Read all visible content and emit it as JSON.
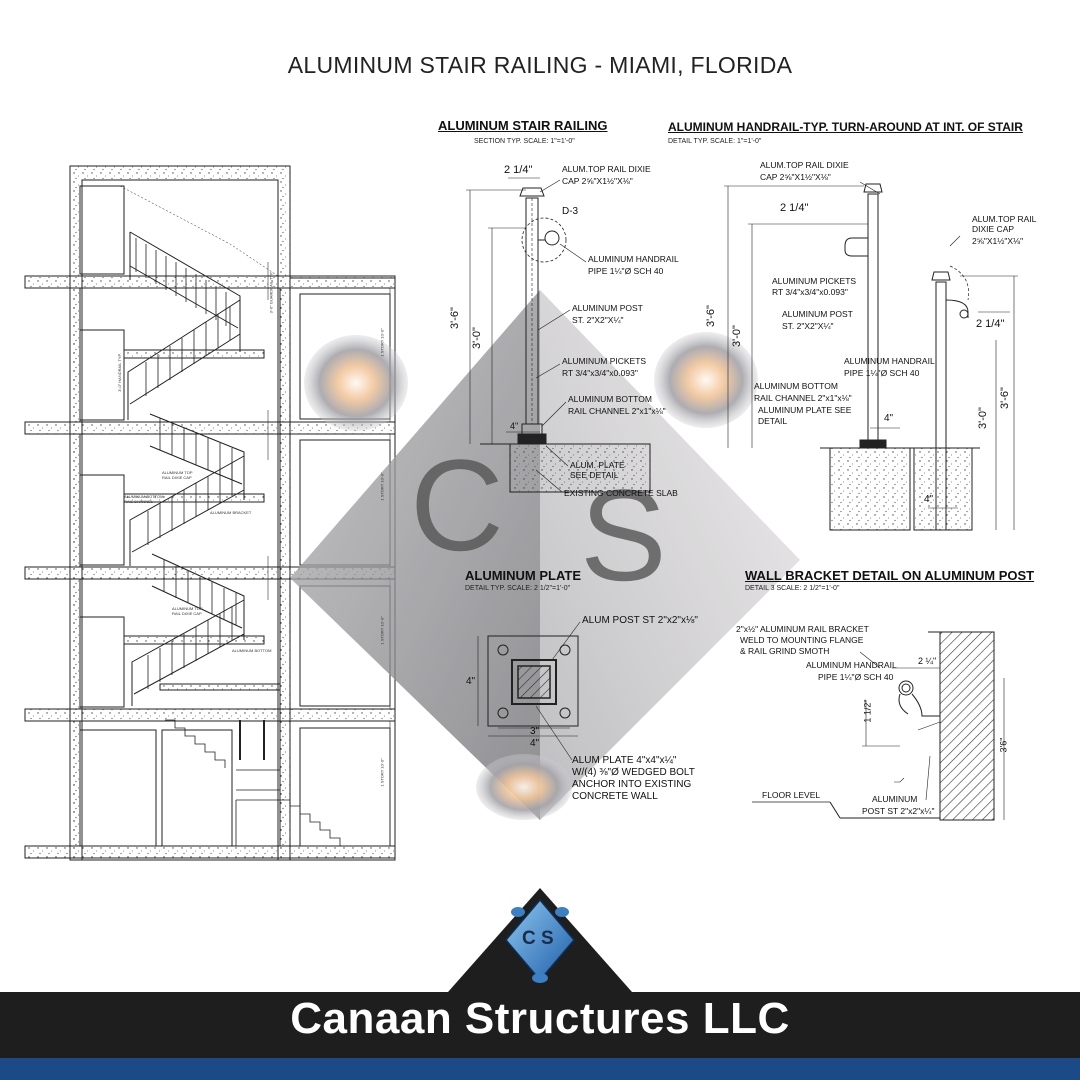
{
  "title": "ALUMINUM STAIR RAILING - MIAMI, FLORIDA",
  "company": "Canaan Structures LLC",
  "watermark": {
    "letter1": "C",
    "letter2": "S"
  },
  "logo": {
    "text": "C S",
    "colors": {
      "footer_dark": "#1e1e1e",
      "footer_blue": "#1c4a87",
      "logo_blue": "#3b7fc4"
    }
  },
  "stair_railing": {
    "heading": "ALUMINUM STAIR RAILING",
    "sub": "SECTION TYP.   SCALE: 1\"=1'-0\"",
    "dims": {
      "top_width": "2 1/4\"",
      "h1": "3'-6\"",
      "h2": "3'-0\"",
      "base": "4\"",
      "detail_ref": "D-3"
    },
    "notes": {
      "top_rail_1": "ALUM.TOP RAIL DIXIE",
      "top_rail_2": "CAP 2⅝\"X1½\"X⅛\"",
      "handrail_1": "ALUMINUM HANDRAIL",
      "handrail_2": "PIPE 1¼\"Ø SCH 40",
      "post_1": "ALUMINUM POST",
      "post_2": "ST. 2\"X2\"X¼\"",
      "pickets_1": "ALUMINUM PICKETS",
      "pickets_2": "RT 3/4\"x3/4\"x0.093\"",
      "bottom_1": "ALUMINUM BOTTOM",
      "bottom_2": "RAIL CHANNEL 2\"x1\"x⅛\"",
      "plate_1": "ALUM. PLATE",
      "plate_2": "SEE DETAIL",
      "slab": "EXISTING CONCRETE SLAB"
    }
  },
  "turnaround": {
    "heading": "ALUMINUM HANDRAIL-TYP. TURN-AROUND AT INT. OF STAIR",
    "sub": "DETAIL TYP.   SCALE: 1\"=1'-0\"",
    "dims": {
      "width_a": "2 1/4\"",
      "width_b": "2 1/4\"",
      "h1": "3'-6\"",
      "h2": "3'-0\"",
      "h3": "3'-0\"",
      "h4": "3'-6\"",
      "base_a": "4\"",
      "base_b": "4\""
    },
    "notes": {
      "top_rail_1": "ALUM.TOP RAIL DIXIE",
      "top_rail_2": "CAP 2⅝\"X1½\"X⅛\"",
      "top_rail_r1": "ALUM.TOP RAIL",
      "top_rail_r2": "DIXIE CAP",
      "top_rail_r3": "2⅝\"X1½\"X⅛\"",
      "pickets_1": "ALUMINUM PICKETS",
      "pickets_2": "RT 3/4\"x3/4\"x0.093\"",
      "post_1": "ALUMINUM POST",
      "post_2": "ST. 2\"X2\"X¼\"",
      "handrail_1": "ALUMINUM HANDRAIL",
      "handrail_2": "PIPE 1¼\"Ø SCH 40",
      "bottom_1": "ALUMINUM BOTTOM",
      "bottom_2": "RAIL CHANNEL 2\"x1\"x⅛\"",
      "plate_1": "ALUMINUM PLATE SEE",
      "plate_2": "DETAIL"
    }
  },
  "plate": {
    "heading": "ALUMINUM PLATE",
    "sub": "DETAIL TYP.   SCALE: 2 1/2\"=1'-0\"",
    "dims": {
      "inner": "3\"",
      "outer": "4\"",
      "side": "4\""
    },
    "notes": {
      "post": "ALUM POST ST 2\"x2\"x⅛\"",
      "plate_1": "ALUM PLATE 4\"x4\"x¼\"",
      "plate_2": "W/(4) ⅜\"Ø WEDGED BOLT",
      "plate_3": "ANCHOR INTO EXISTING",
      "plate_4": "CONCRETE WALL"
    }
  },
  "bracket": {
    "heading": "WALL BRACKET DETAIL ON ALUMINUM POST",
    "sub": "DETAIL 3   SCALE: 2 1/2\"=1'-0\"",
    "dims": {
      "offset": "2 ¼\"",
      "v": "1 1/2\"",
      "height": "3'6\""
    },
    "notes": {
      "bracket_1": "2\"x½\" ALUMINUM RAIL BRACKET",
      "bracket_2": "WELD TO MOUNTING FLANGE",
      "bracket_3": "& RAIL GRIND SMOTH",
      "handrail_1": "ALUMINUM HANDRAIL",
      "handrail_2": "PIPE 1¼\"Ø SCH 40",
      "floor": "FLOOR LEVEL",
      "post_1": "ALUMINUM",
      "post_2": "POST ST 2\"x2\"x¼\""
    }
  },
  "section_labels": {
    "sl1": "ALUMINUM TOP",
    "sl2": "RAIL DIXIE CAP",
    "sl3": "ALUMINUM BOTTOM",
    "sl4": "RAIL CHANNEL",
    "sl5": "ALUMINUM BRACKET",
    "sl6": "ALUMINUM TOP",
    "sl7": "RAIL DIXIE CAP",
    "sl8": "ALUMINUM BOTTOM",
    "typ1": "3'-0\" HANDRAIL TYP.",
    "typ2": "3'-6\" GUARDRAIL TYP.",
    "lvl1": "1 STORY 10'-0\"",
    "lvl2": "1 STORY 10'-0\"",
    "lvl3": "1 STORY 10'-0\"",
    "lvl4": "1 STORY 10'-0\""
  }
}
